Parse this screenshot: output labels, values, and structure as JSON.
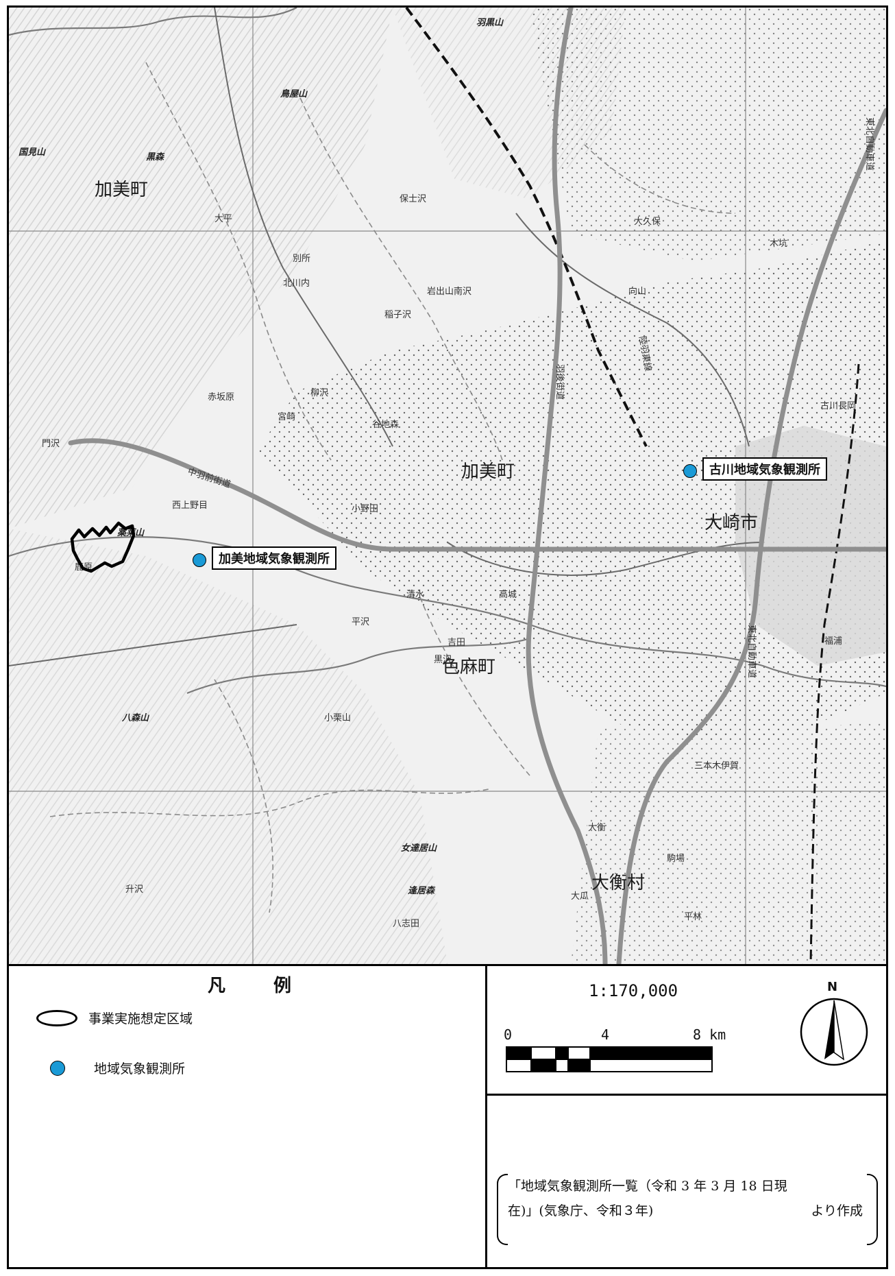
{
  "map": {
    "towns": {
      "kami_north": "加美町",
      "kami_center": "加美町",
      "osaki": "大崎市",
      "shikama": "色麻町",
      "ohira": "大衡村"
    },
    "stations": [
      {
        "name": "加美地域気象観測所",
        "color": "#1a9ad6"
      },
      {
        "name": "古川地域気象観測所",
        "color": "#1a9ad6"
      }
    ],
    "peaks": {
      "kunimi": "国見山",
      "kuromori": "黒森",
      "toriya": "鳥屋山",
      "yamori": "八森山",
      "yakushi": "薬莱山",
      "medachiishi": "女達居山",
      "aioimori": "逢居森",
      "haguro": "羽黒山"
    },
    "road_labels": {
      "ugo_kaido": "羽後街道",
      "nakauzen": "中羽前街道",
      "tohoku_exp_north": "東北自動車道",
      "tohoku_exp_south": "東北自動車道",
      "rikuu_east": "陸羽東線"
    },
    "places": [
      "保士沢",
      "岩出山南沢",
      "北川内",
      "宮崎",
      "柳沢",
      "西上野目",
      "小野田",
      "平沢",
      "吉田",
      "黒沢",
      "小栗山",
      "高城",
      "清水",
      "大瓜",
      "八志田",
      "升沢",
      "鹿原",
      "門沢",
      "大平",
      "別所",
      "稲子沢",
      "赤坂原",
      "谷地森",
      "向山",
      "大久保",
      "木坑",
      "古川長岡",
      "福浦",
      "大衡",
      "駒場",
      "平林",
      "三本木伊賀"
    ]
  },
  "legend": {
    "title": "凡例",
    "area_label": "事業実施想定区域",
    "station_label": "地域気象観測所",
    "station_color": "#1a9ad6"
  },
  "scale": {
    "ratio": "1:170,000",
    "tick_0": "0",
    "tick_4": "4",
    "tick_8": "8 km",
    "north": "N"
  },
  "source": {
    "line1": "「地域気象観測所一覧（令和 3 年 3 月 18 日現",
    "line2_left": "在)」(気象庁、令和３年)",
    "line2_right": "より作成"
  }
}
